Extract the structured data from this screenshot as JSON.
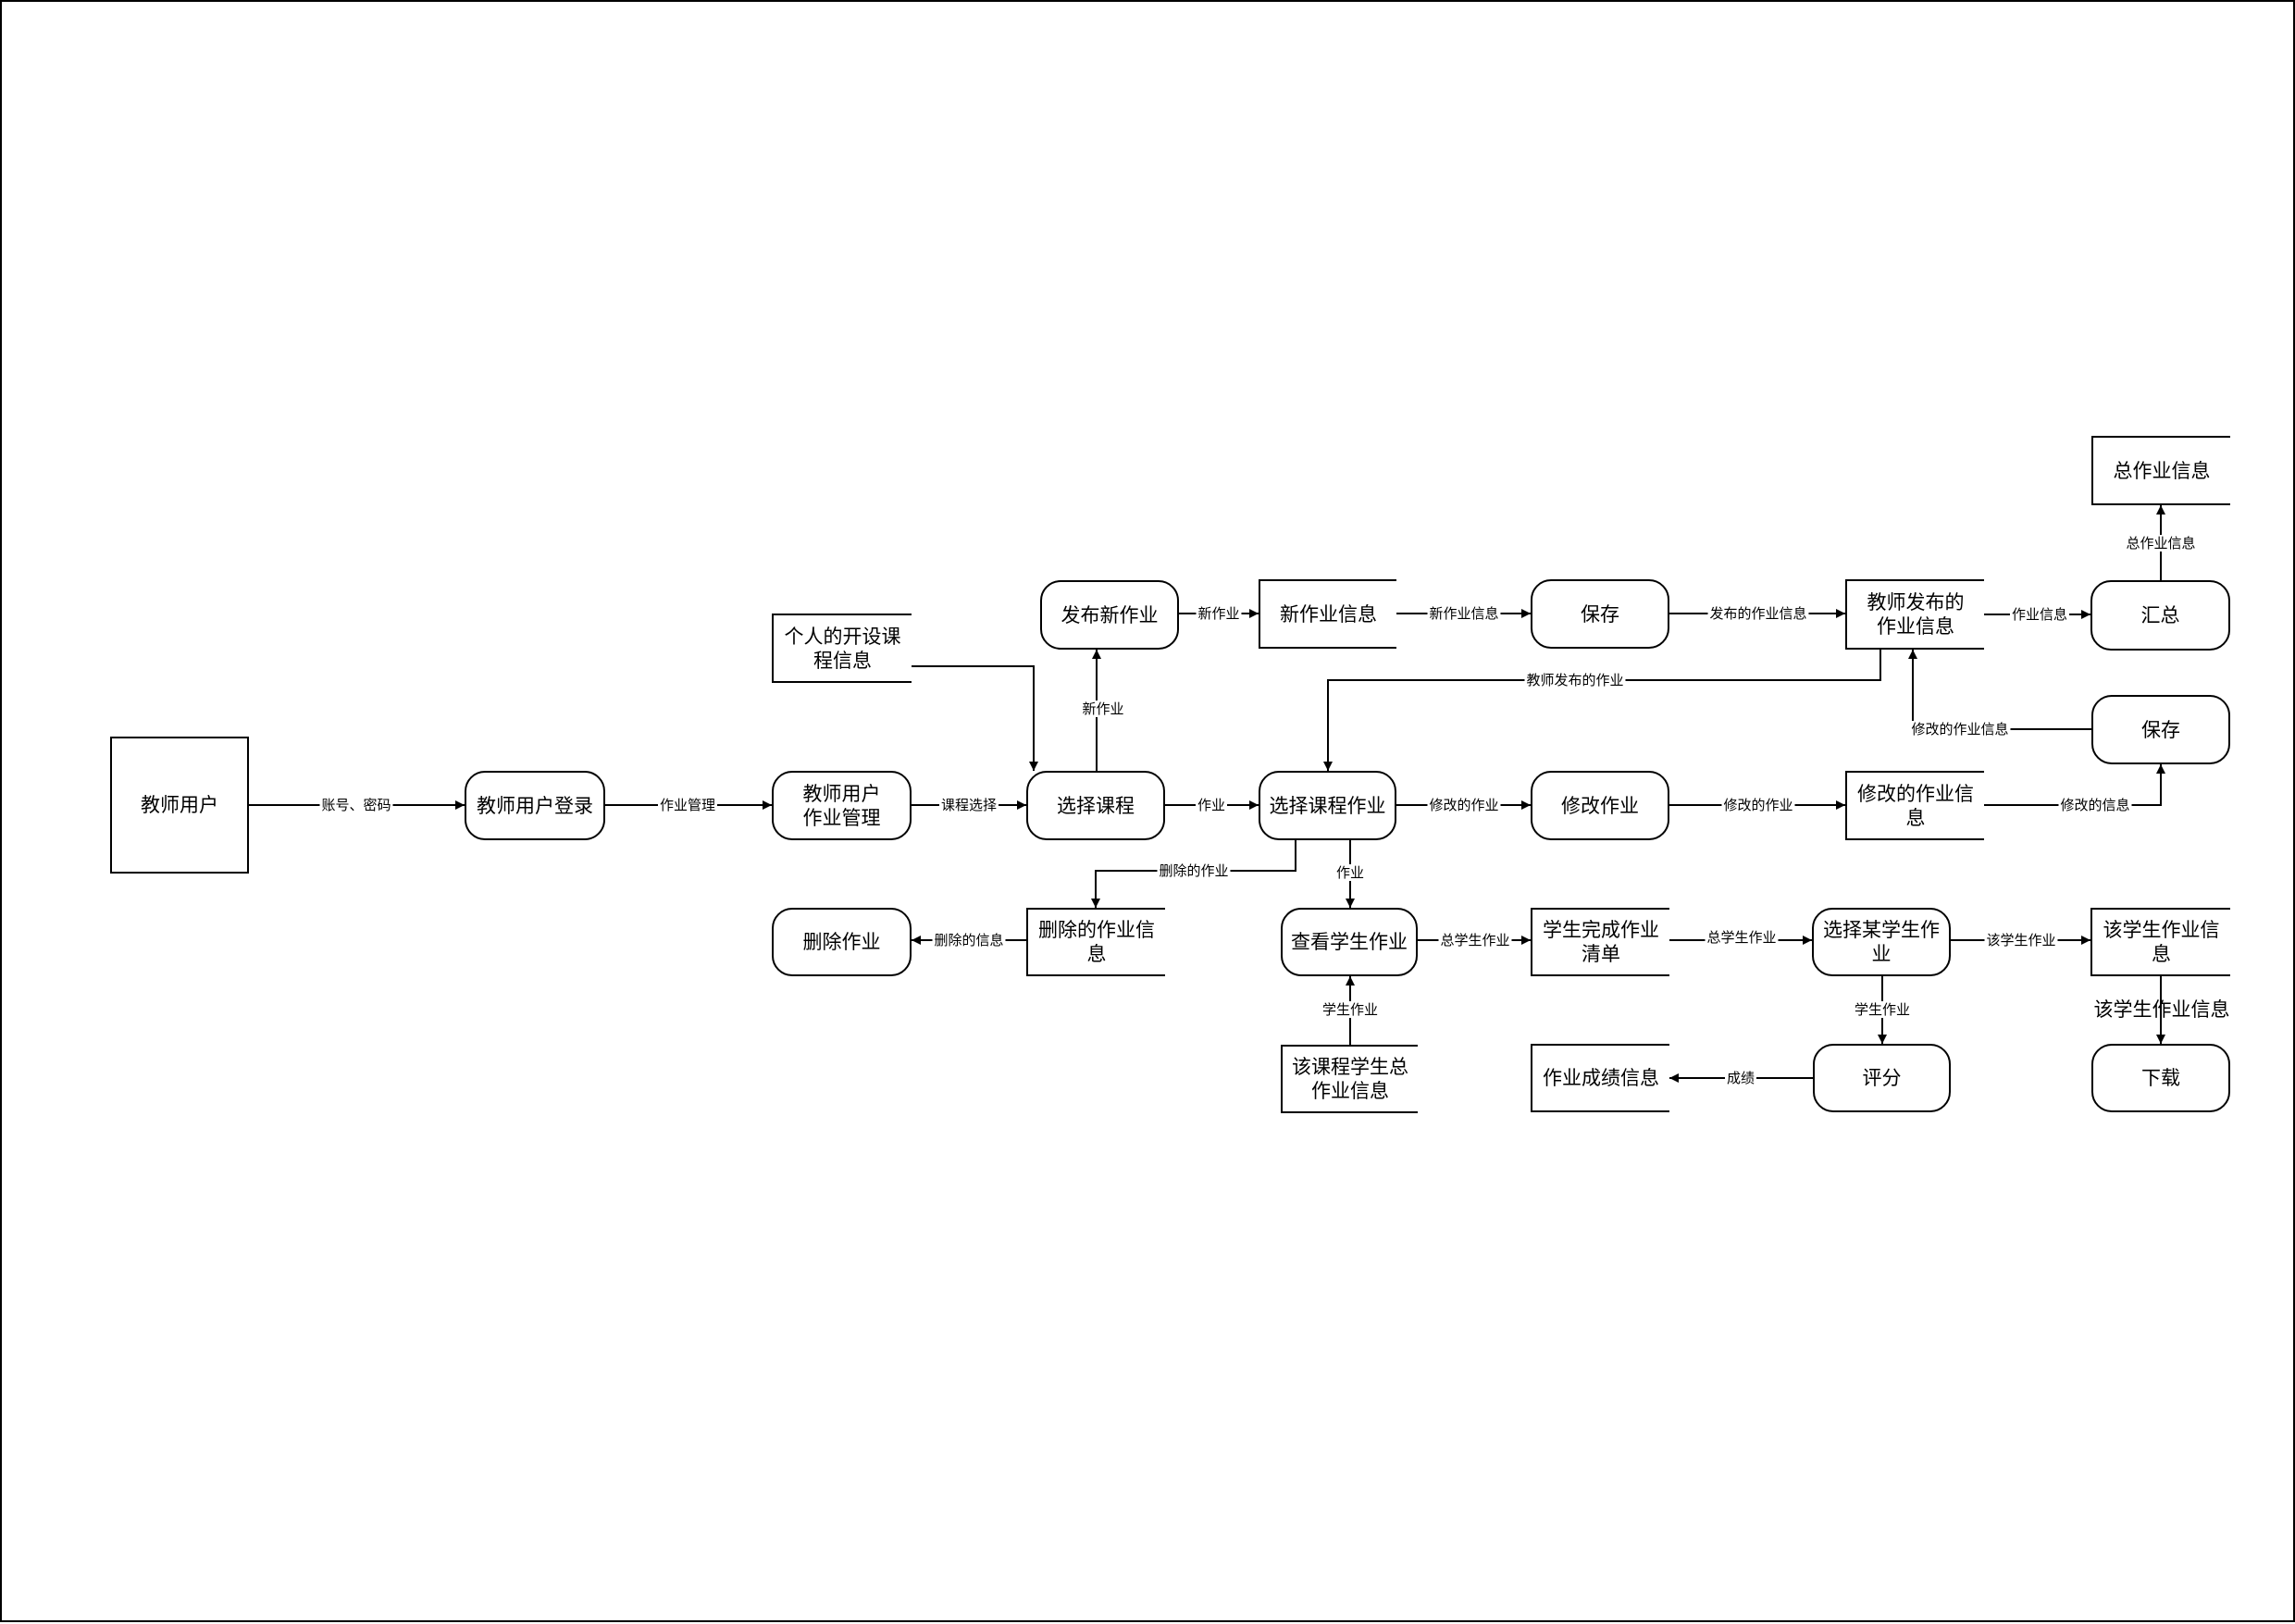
{
  "nodes": {
    "teacher_user": "教师用户",
    "teacher_login": "教师用户登录",
    "teacher_hw_mgmt": "教师用户\n作业管理",
    "personal_courses": "个人的开设课\n程信息",
    "select_course": "选择课程",
    "publish_new_hw": "发布新作业",
    "new_hw_info": "新作业信息",
    "save_top": "保存",
    "teacher_published": "教师发布的\n作业信息",
    "summarize": "汇总",
    "total_hw_info": "总作业信息",
    "save_right": "保存",
    "select_course_hw": "选择课程作业",
    "modify_hw": "修改作业",
    "modified_hw_info": "修改的作业信\n息",
    "deleted_hw_info": "删除的作业信\n息",
    "delete_hw": "删除作业",
    "view_student_hw": "查看学生作业",
    "course_student_total": "该课程学生总\n作业信息",
    "student_done_list": "学生完成作业\n清单",
    "select_student_hw": "选择某学生作\n业",
    "student_hw_info": "该学生作业信\n息",
    "grade": "评分",
    "hw_grade_info": "作业成绩信息",
    "download": "下载"
  },
  "edges": {
    "account_password": "账号、密码",
    "hw_management": "作业管理",
    "course_select": "课程选择",
    "new_hw_up": "新作业",
    "new_hw_right": "新作业",
    "new_hw_info": "新作业信息",
    "published_hw_info": "发布的作业信息",
    "hw_info": "作业信息",
    "total_hw_info": "总作业信息",
    "modified_hw_info_up": "修改的作业信息",
    "teacher_published_hw": "教师发布的作业",
    "hw": "作业",
    "modified_hw_1": "修改的作业",
    "modified_hw_2": "修改的作业",
    "modified_info": "修改的信息",
    "deleted_hw": "删除的作业",
    "deleted_info": "删除的信息",
    "hw_down": "作业",
    "total_student_hw": "总学生作业",
    "total_student_hw_2": "总学生作业",
    "this_student_hw": "该学生作业",
    "student_hw_up": "学生作业",
    "student_hw_down": "学生作业",
    "score": "成绩",
    "this_student_hw_info": "该学生作业信息"
  }
}
